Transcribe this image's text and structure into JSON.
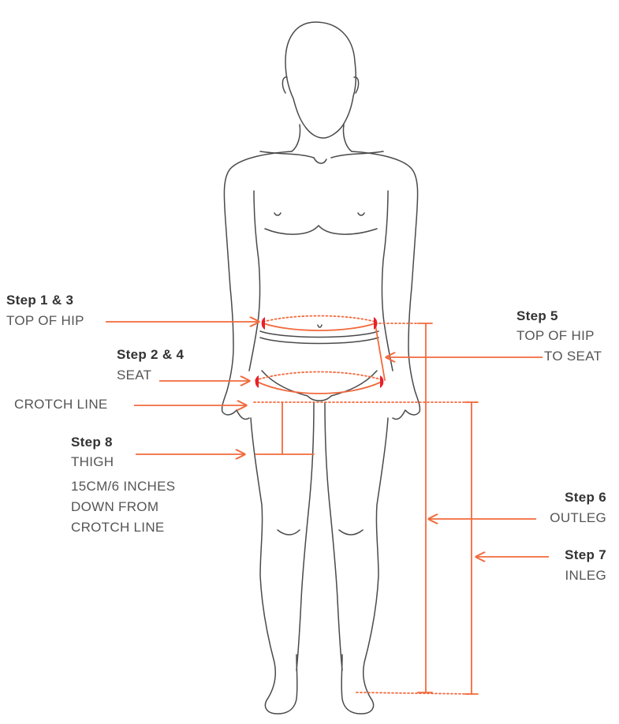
{
  "colors": {
    "accent": "#f26a3d",
    "marker": "#e8202a",
    "figure_stroke": "#4a4a4a",
    "text": "#555555",
    "heading": "#333333"
  },
  "labels": {
    "step_1_3": {
      "heading": "Step 1 & 3",
      "text": "TOP OF HIP"
    },
    "step_2_4": {
      "heading": "Step 2 & 4",
      "text": "SEAT"
    },
    "crotch": {
      "text": "CROTCH LINE"
    },
    "step_8": {
      "heading": "Step 8",
      "text": "THIGH",
      "note_1": "15CM/6 INCHES",
      "note_2": "DOWN FROM",
      "note_3": "CROTCH LINE"
    },
    "step_5": {
      "heading": "Step 5",
      "text_1": "TOP OF HIP",
      "text_2": "TO SEAT"
    },
    "step_6": {
      "heading": "Step 6",
      "text": "OUTLEG"
    },
    "step_7": {
      "heading": "Step 7",
      "text": "INLEG"
    }
  }
}
